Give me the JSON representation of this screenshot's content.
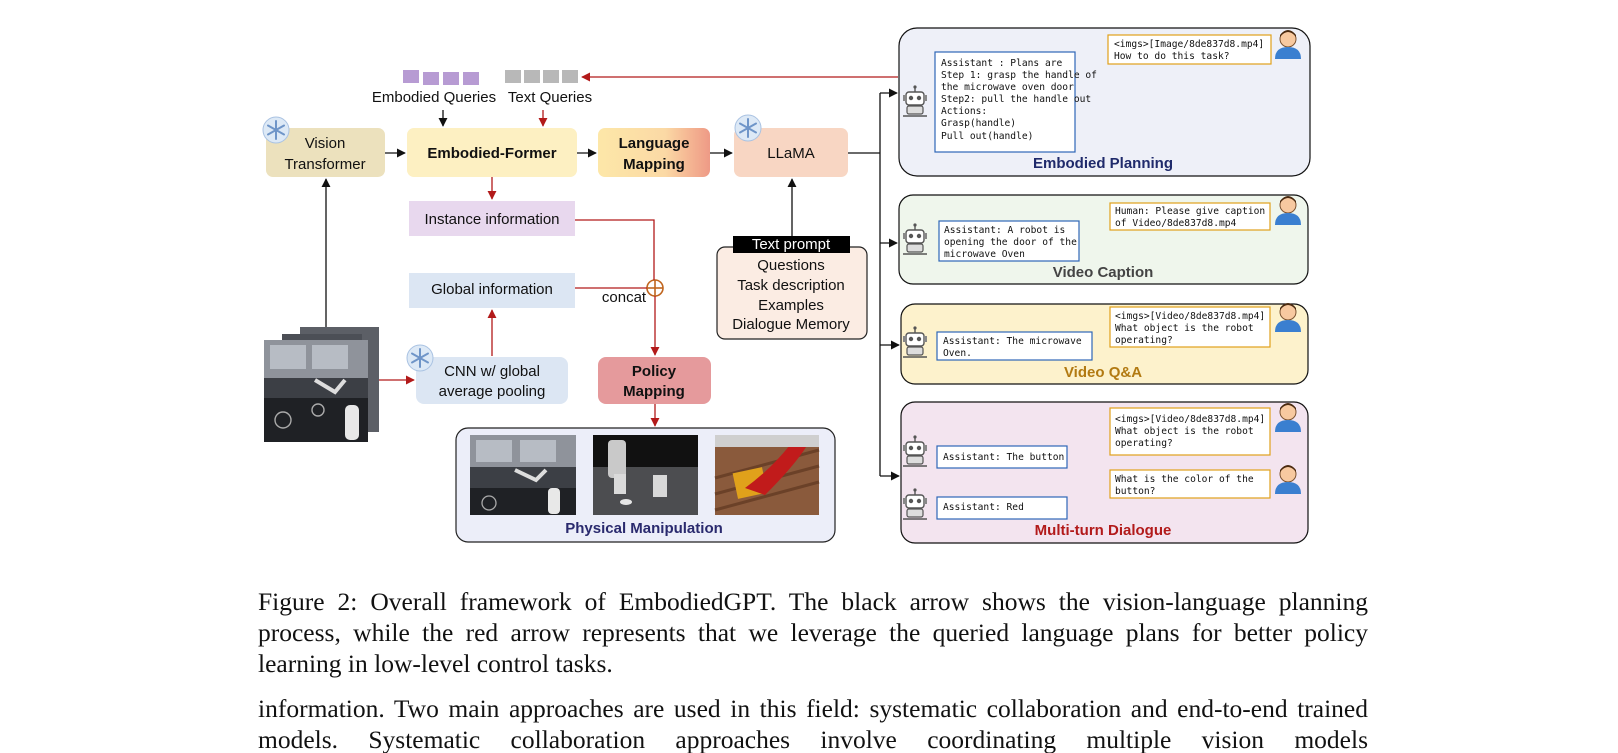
{
  "diagram": {
    "query_labels": {
      "embodied": "Embodied Queries",
      "text": "Text Queries"
    },
    "blocks": {
      "vision_transformer": [
        "Vision",
        "Transformer"
      ],
      "embodied_former": "Embodied-Former",
      "language_mapping": [
        "Language",
        "Mapping"
      ],
      "llama": "LLaMA",
      "instance_info": "Instance information",
      "global_info": "Global information",
      "concat": "concat",
      "cnn": [
        "CNN w/ global",
        "average pooling"
      ],
      "policy_mapping": [
        "Policy",
        "Mapping"
      ]
    },
    "text_prompt": {
      "header": "Text prompt",
      "items": [
        "Questions",
        "Task description",
        "Examples",
        "Dialogue Memory"
      ]
    },
    "physical_manipulation": "Physical Manipulation",
    "panels": [
      {
        "title": "Embodied Planning",
        "title_color": "#1f2a6b",
        "bg": "#eef0f8",
        "human": [
          "<imgs>[Image/8de837d8.mp4]",
          "How to do this task?"
        ],
        "assistant": [
          "Assistant : Plans are",
          "Step 1: grasp the handle of",
          "the microwave oven door",
          "Step2: pull the handle out",
          "Actions:",
          "Grasp(handle)",
          "Pull out(handle)"
        ]
      },
      {
        "title": "Video Caption",
        "title_color": "#444444",
        "bg": "#eff6ec",
        "human": [
          "Human: Please give caption",
          "of Video/8de837d8.mp4"
        ],
        "assistant": [
          "Assistant: A robot is",
          "opening the door of the",
          "microwave Oven"
        ]
      },
      {
        "title": "Video Q&A",
        "title_color": "#b27a12",
        "bg": "#fdf2cc",
        "human": [
          "<imgs>[Video/8de837d8.mp4]",
          "What object is the robot",
          "operating?"
        ],
        "assistant": [
          "Assistant: The microwave",
          "Oven."
        ]
      },
      {
        "title": "Multi-turn Dialogue",
        "title_color": "#b21a1a",
        "bg": "#f3e4ef",
        "human": [
          "<imgs>[Video/8de837d8.mp4]",
          "What object is the robot",
          "operating?"
        ],
        "assistant": [
          "Assistant: The button"
        ],
        "human2": [
          "What is the color of the",
          "button?"
        ],
        "assistant2": [
          "Assistant: Red"
        ]
      }
    ],
    "colors": {
      "black_arrow": "#111111",
      "red_arrow": "#b21a1a"
    }
  },
  "caption": "Figure 2: Overall framework of EmbodiedGPT. The black arrow shows the vision-language planning process, while the red arrow represents that we leverage the queried language plans for better policy learning in low-level control tasks.",
  "body_text": "information. Two main approaches are used in this field: systematic collaboration and end-to-end trained models. Systematic collaboration approaches involve coordinating multiple vision models"
}
